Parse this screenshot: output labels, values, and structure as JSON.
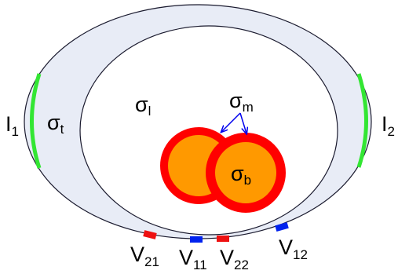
{
  "diagram": {
    "labels": {
      "sigma_torso": {
        "base": "σ",
        "sub": "t"
      },
      "sigma_lung": {
        "base": "σ",
        "sub": "l"
      },
      "sigma_membrane": {
        "base": "σ",
        "sub": "m"
      },
      "sigma_blood": {
        "base": "σ",
        "sub": "b"
      },
      "current_1": {
        "base": "I",
        "sub": "1"
      },
      "current_2": {
        "base": "I",
        "sub": "2"
      },
      "v21": {
        "base": "V",
        "sub": "21"
      },
      "v11": {
        "base": "V",
        "sub": "11"
      },
      "v22": {
        "base": "V",
        "sub": "22"
      },
      "v12": {
        "base": "V",
        "sub": "12"
      }
    },
    "colors": {
      "torso_fill": "#e8ecf6",
      "outline": "#1a1a2e",
      "inner_fill": "#ffffff",
      "membrane": "#ff0000",
      "blood": "#ff9900",
      "current_electrode": "#33e633",
      "voltage_electrode_red": "#ee1111",
      "voltage_electrode_blue": "#0022ee",
      "arrow": "#0000ee"
    }
  }
}
